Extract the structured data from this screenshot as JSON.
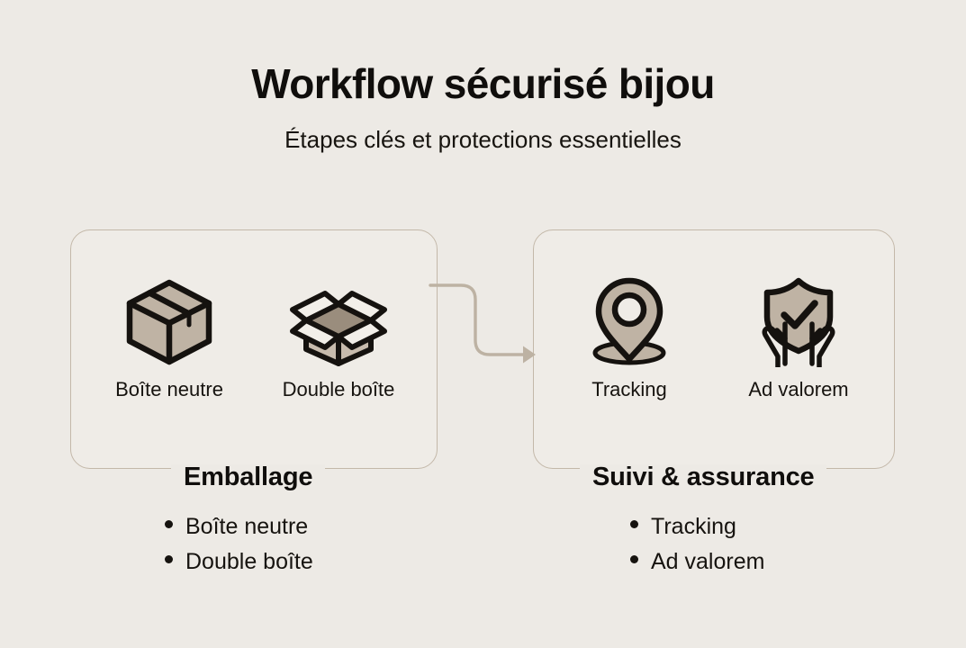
{
  "header": {
    "title": "Workflow sécurisé bijou",
    "subtitle": "Étapes clés et protections essentielles"
  },
  "theme": {
    "background": "#edeae5",
    "card_fill": "#efece7",
    "card_border": "#c3b8a9",
    "icon_fill": "#bfb3a4",
    "icon_fill_dark": "#9a8d7d",
    "icon_stroke": "#15120f",
    "text": "#16130f",
    "connector": "#bdb2a3"
  },
  "sections": [
    {
      "id": "emballage",
      "heading": "Emballage",
      "icons": [
        {
          "label": "Boîte neutre",
          "icon": "closed-box-icon"
        },
        {
          "label": "Double boîte",
          "icon": "open-box-icon"
        }
      ],
      "bullets": [
        "Boîte neutre",
        "Double boîte"
      ]
    },
    {
      "id": "suivi-assurance",
      "heading": "Suivi & assurance",
      "icons": [
        {
          "label": "Tracking",
          "icon": "location-pin-icon"
        },
        {
          "label": "Ad valorem",
          "icon": "shield-hands-icon"
        }
      ],
      "bullets": [
        "Tracking",
        "Ad valorem"
      ]
    }
  ],
  "connector": {
    "name": "flow-arrow",
    "from": "emballage",
    "to": "suivi-assurance"
  }
}
